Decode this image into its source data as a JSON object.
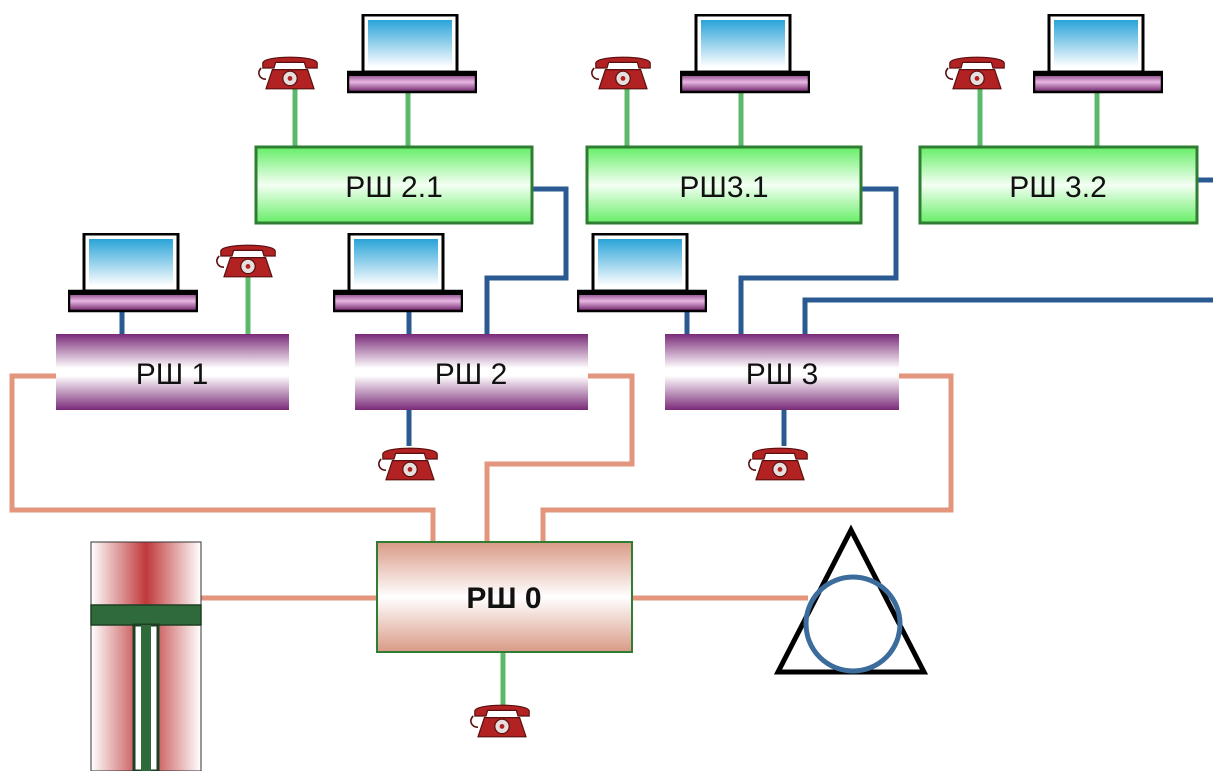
{
  "nodes": {
    "rsh_2_1": "РШ 2.1",
    "rsh_3_1": "РШ3.1",
    "rsh_3_2": "РШ 3.2",
    "rsh_1": "РШ 1",
    "rsh_2": "РШ 2",
    "rsh_3": "РШ 3",
    "rsh_0": "РШ 0"
  },
  "colors": {
    "green_link": "#5cb86a",
    "blue_link": "#2b5a93",
    "salmon_link": "#e3957e",
    "green_box_border": "#2e7d32",
    "purple_band": "#7a2a78",
    "red_box_border": "#2e7d32",
    "phone_red": "#b22222"
  },
  "icons": {
    "phone": "telephone-icon",
    "laptop": "laptop-icon",
    "core_unit": "core-unit-icon",
    "triangle_circle": "triangle-circle-symbol"
  }
}
